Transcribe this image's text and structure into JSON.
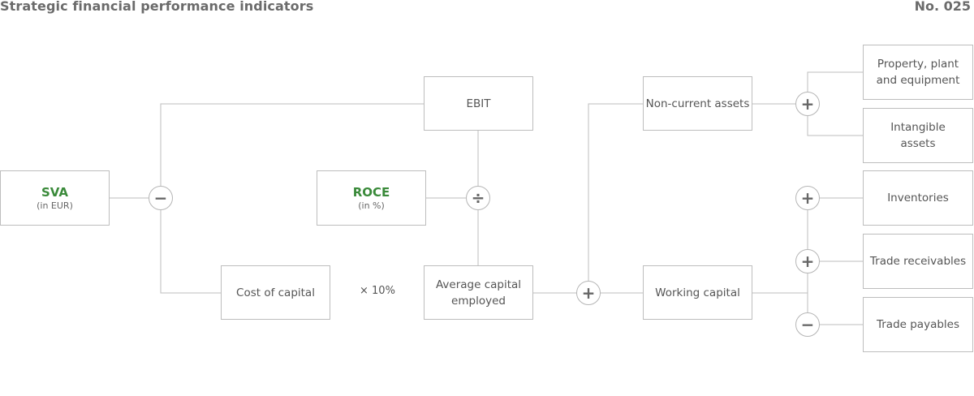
{
  "header": {
    "title": "Strategic financial performance indicators",
    "number": "No. 025"
  },
  "nodes": {
    "sva": {
      "label": "SVA",
      "sub": "(in EUR)"
    },
    "roce": {
      "label": "ROCE",
      "sub": "(in %)"
    },
    "ebit": {
      "label": "EBIT"
    },
    "cost_of_capital": {
      "label": "Cost of capital"
    },
    "avg_capital": {
      "line1": "Average capital",
      "line2": "employed"
    },
    "non_current_assets": {
      "label": "Non-current assets"
    },
    "working_capital": {
      "label": "Working capital"
    },
    "ppe": {
      "line1": "Property, plant",
      "line2": "and equipment"
    },
    "intangible": {
      "line1": "Intangible",
      "line2": "assets"
    },
    "inventories": {
      "label": "Inventories"
    },
    "trade_receivables": {
      "label": "Trade receivables"
    },
    "trade_payables": {
      "label": "Trade payables"
    }
  },
  "operators": {
    "sva_minus": "−",
    "roce_divide": "÷",
    "capital_plus": "+",
    "assets_plus": "+",
    "inventories_plus": "+",
    "receivables_plus": "+",
    "payables_minus": "−"
  },
  "multiplier": "× 10%",
  "colors": {
    "accent_green": "#3a8a3a",
    "line": "#bdbdbd",
    "text": "#555555"
  }
}
